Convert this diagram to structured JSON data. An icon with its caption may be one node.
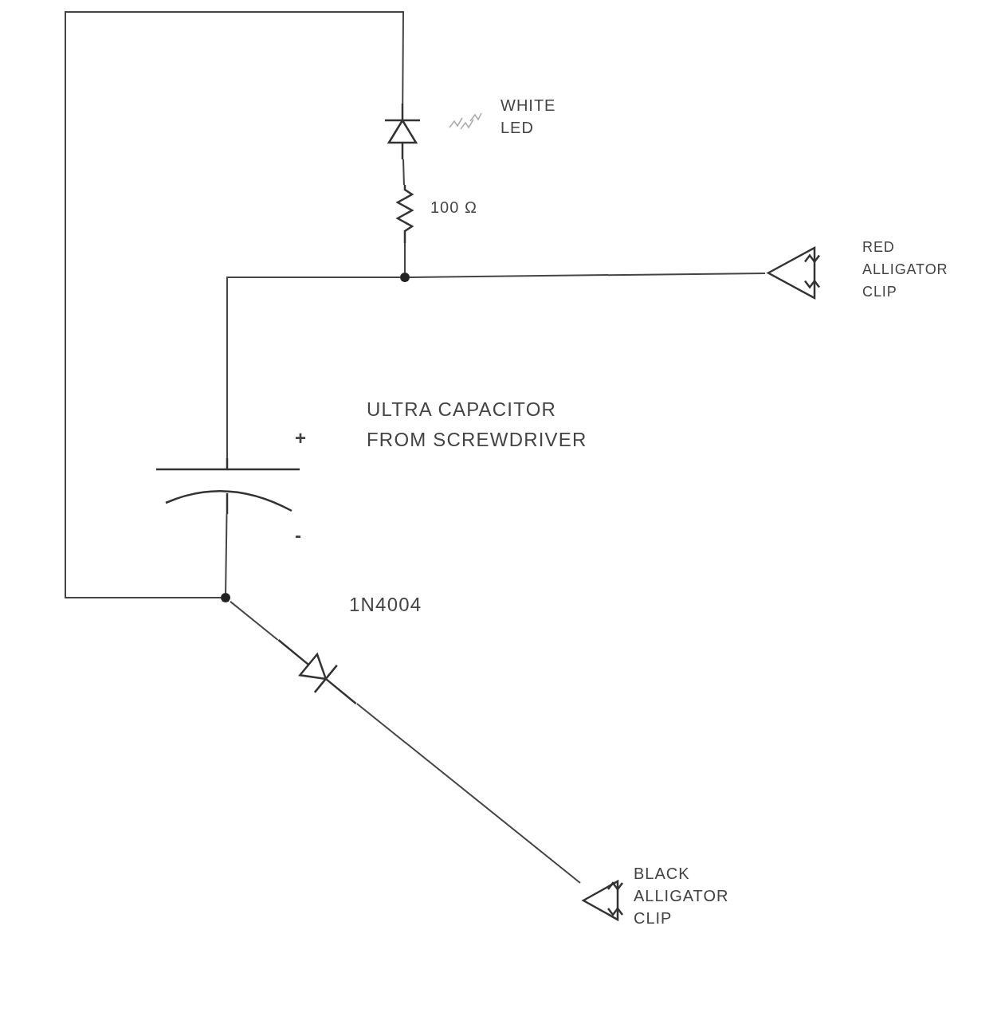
{
  "diagram": {
    "nodes": [
      {
        "text": [],
        "shape": "diode",
        "beside": [
          "WHITE LED"
        ]
      },
      {
        "text": [],
        "shape": "resistor",
        "beside": [
          "100 Ω"
        ]
      },
      {
        "text": [],
        "shape": "circle"
      },
      {
        "text": [],
        "shape": "clip",
        "beside": [
          "RED ALLIGATOR CLIP"
        ]
      },
      {
        "text": [],
        "shape": "capacitor",
        "beside": [
          "ULTRA CAPACITOR FROM SCREWDRIVER",
          "+",
          "-"
        ]
      },
      {
        "text": [],
        "shape": "circle"
      },
      {
        "text": [],
        "shape": "diode",
        "beside": [
          "1N4004"
        ]
      },
      {
        "text": [],
        "shape": "clip",
        "beside": [
          "BLACK ALLIGATOR CLIP"
        ]
      }
    ],
    "edges": [
      {
        "from": 0,
        "to": 1,
        "arrow": "none"
      },
      {
        "from": 1,
        "to": 2,
        "arrow": "none"
      },
      {
        "from": 2,
        "to": 3,
        "arrow": "none"
      },
      {
        "from": 2,
        "to": 4,
        "arrow": "none"
      },
      {
        "from": 4,
        "to": 5,
        "arrow": "none"
      },
      {
        "from": 5,
        "to": 0,
        "arrow": "none"
      },
      {
        "from": 5,
        "to": 6,
        "arrow": "none"
      },
      {
        "from": 6,
        "to": 7,
        "arrow": "none"
      }
    ]
  }
}
